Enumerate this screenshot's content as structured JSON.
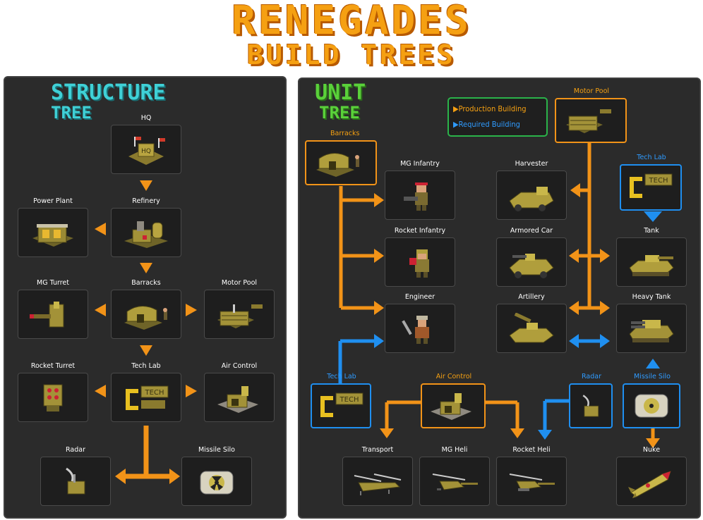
{
  "title": {
    "line1": "RENEGADES",
    "line2": "BUILD TREES"
  },
  "structure": {
    "title1": "STRUCTURE",
    "title2": "TREE",
    "nodes": {
      "hq": "HQ",
      "refinery": "Refinery",
      "power_plant": "Power Plant",
      "barracks": "Barracks",
      "mg_turret": "MG Turret",
      "motor_pool": "Motor Pool",
      "tech_lab": "Tech Lab",
      "rocket_turret": "Rocket Turret",
      "air_control": "Air Control",
      "radar": "Radar",
      "missile_silo": "Missile Silo"
    }
  },
  "unit": {
    "title1": "UNIT",
    "title2": "TREE",
    "legend": {
      "production": "Production Building",
      "required": "Required Building"
    },
    "buildings": {
      "barracks": "Barracks",
      "motor_pool": "Motor Pool",
      "tech_lab_top": "Tech Lab",
      "tech_lab_bottom": "Tech Lab",
      "air_control": "Air Control",
      "radar": "Radar",
      "missile_silo": "Missile Silo"
    },
    "units": {
      "mg_infantry": "MG Infantry",
      "rocket_infantry": "Rocket Infantry",
      "engineer": "Engineer",
      "harvester": "Harvester",
      "armored_car": "Armored Car",
      "artillery": "Artillery",
      "tank": "Tank",
      "heavy_tank": "Heavy Tank",
      "transport": "Transport",
      "mg_heli": "MG Heli",
      "rocket_heli": "Rocket Heli",
      "nuke": "Nuke"
    }
  },
  "colors": {
    "production": "#f29318",
    "required": "#1f8ff0",
    "structure_title": "#3fd0d6",
    "unit_title": "#5ad13a",
    "legend_border": "#2ab34a"
  }
}
